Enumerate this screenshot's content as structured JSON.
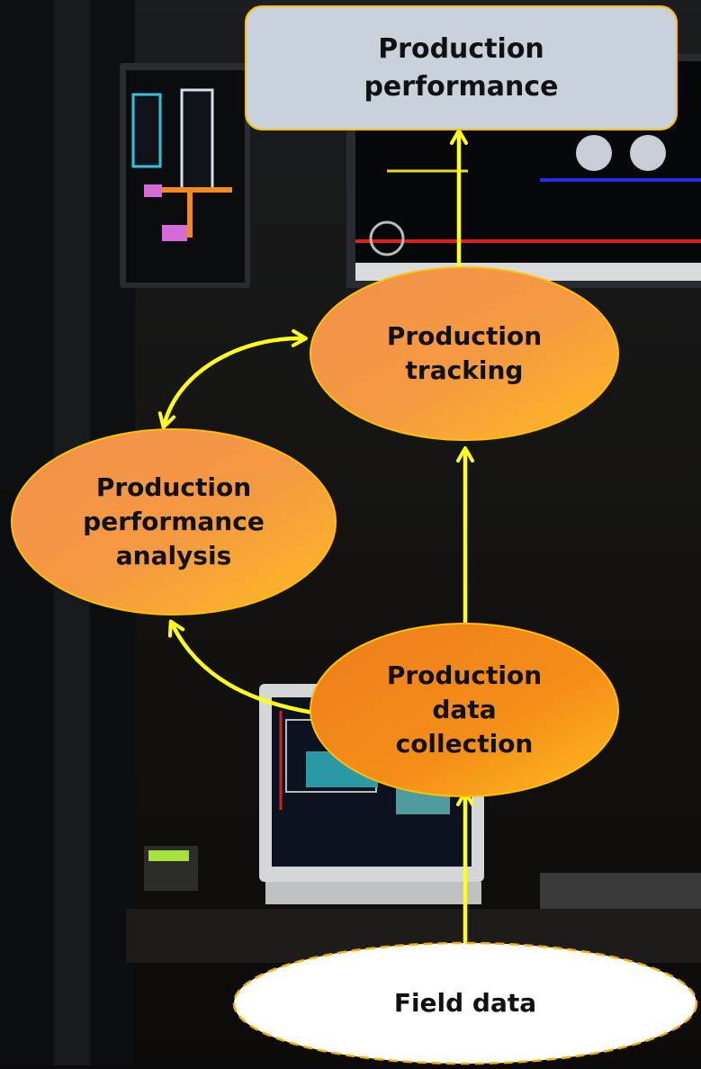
{
  "diagram": {
    "nodes": {
      "production_performance": {
        "label": "Production\nperformance"
      },
      "production_tracking": {
        "label": "Production\ntracking"
      },
      "production_performance_analysis": {
        "label": "Production\nperformance\nanalysis"
      },
      "production_data_collection": {
        "label": "Production\ndata\ncollection"
      },
      "field_data": {
        "label": "Field data"
      }
    },
    "edges": [
      {
        "from": "field_data",
        "to": "production_data_collection",
        "direction": "forward"
      },
      {
        "from": "production_data_collection",
        "to": "production_tracking",
        "direction": "forward"
      },
      {
        "from": "production_tracking",
        "to": "production_performance",
        "direction": "forward"
      },
      {
        "from": "production_data_collection",
        "to": "production_performance_analysis",
        "direction": "forward"
      },
      {
        "from": "production_tracking",
        "to": "production_performance_analysis",
        "direction": "both"
      }
    ]
  },
  "colors": {
    "arrow": "#ffff1a",
    "node_fill_light": "#f49a4c",
    "node_fill_dark": "#f48a22",
    "node_fill_yellow": "#ffb52a",
    "node_border": "#ffc000",
    "box_fill": "#c9d1dc",
    "field_fill": "#ffffff"
  }
}
